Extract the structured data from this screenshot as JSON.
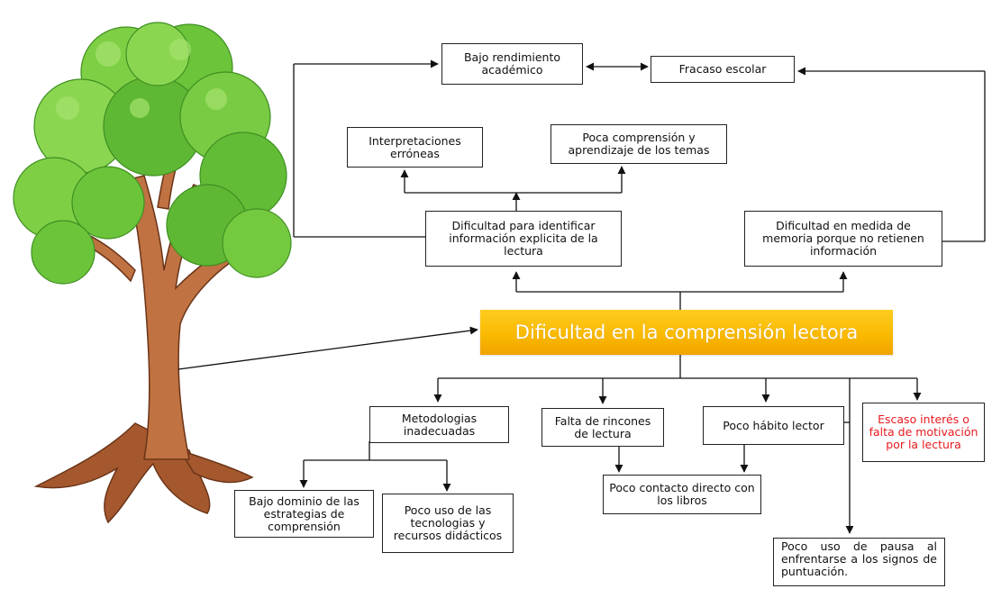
{
  "central": "Dificultad en la comprensión lectora",
  "effects": {
    "bajo_rendimiento": "Bajo rendimiento académico",
    "fracaso_escolar": "Fracaso escolar",
    "interpretaciones": "Interpretaciones erróneas",
    "poca_comprension": "Poca comprensión y aprendizaje de los temas",
    "dificultad_identificar": "Dificultad para identificar información explicita de la lectura",
    "dificultad_memoria": "Dificultad en medida de memoria porque no retienen información"
  },
  "causes": {
    "metodologias": "Metodologias inadecuadas",
    "rincones": "Falta de rincones de lectura",
    "habito": "Poco hábito lector",
    "interes": "Escaso interés o falta de motivación por la lectura",
    "estrategias": "Bajo dominio de las estrategias de comprensión",
    "tecnologias": "Poco uso de las tecnologias y recursos didácticos",
    "contacto": "Poco contacto directo con los libros",
    "pausa": "Poco uso de pausa al enfrentarse a los signos de puntuación."
  },
  "colors": {
    "central_fill": "#f9b800",
    "central_text": "#ffffff",
    "highlight_text": "#e8191f",
    "trunk": "#b86a3a",
    "foliage": "#6cc43a"
  }
}
